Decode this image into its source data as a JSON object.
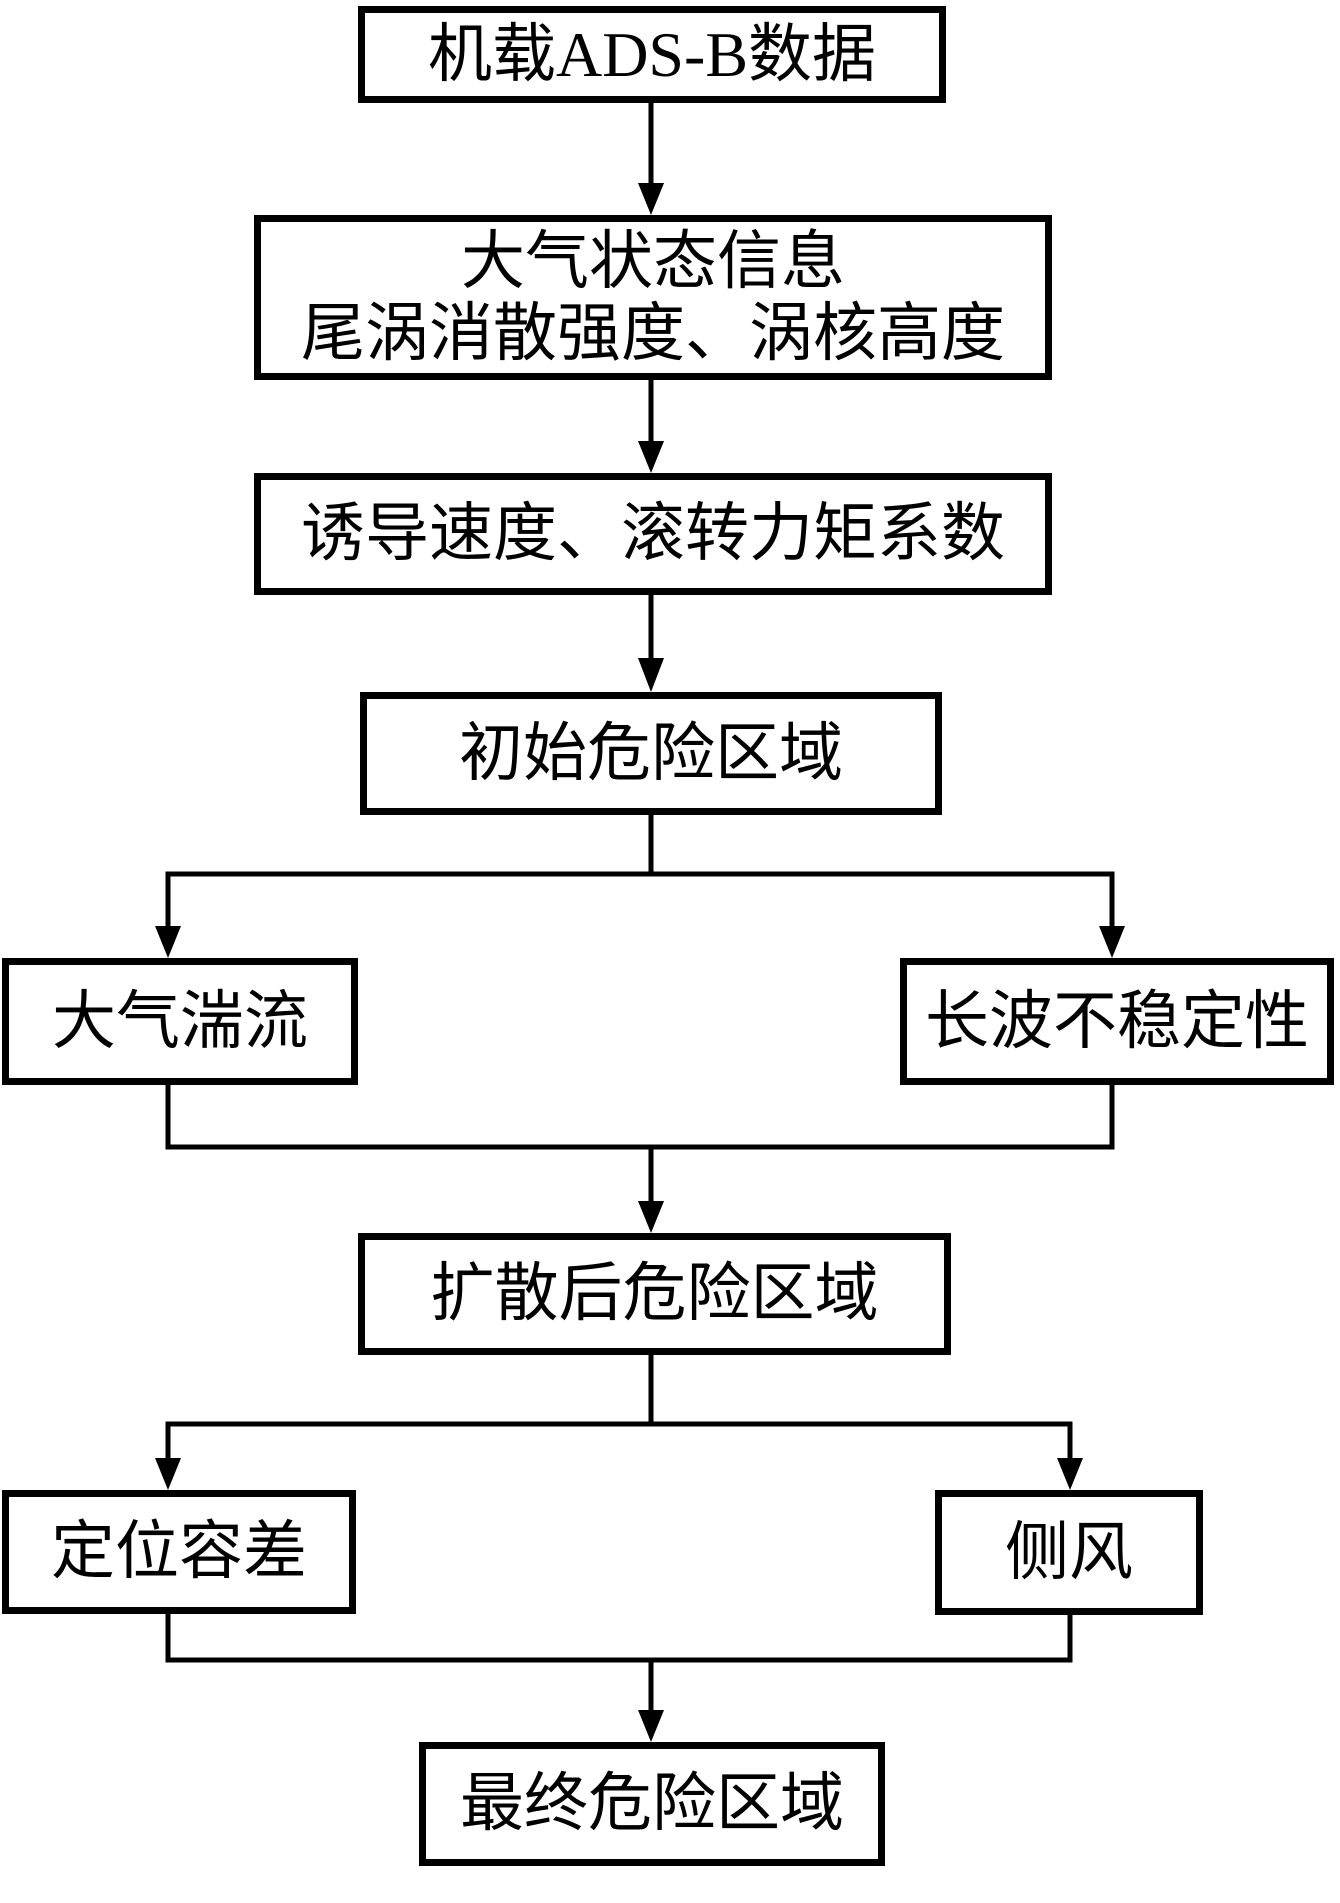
{
  "diagram": {
    "background": "#ffffff",
    "line_color": "#000000",
    "box_fill": "#ffffff",
    "nodes": {
      "adsb": {
        "label": "机载ADS-B数据"
      },
      "atmo": {
        "line1": "大气状态信息",
        "line2": "尾涡消散强度、涡核高度"
      },
      "induced": {
        "label": "诱导速度、滚转力矩系数"
      },
      "initial": {
        "label": "初始危险区域"
      },
      "turbulence": {
        "label": "大气湍流"
      },
      "longwave": {
        "label": "长波不稳定性"
      },
      "diffused": {
        "label": "扩散后危险区域"
      },
      "tolerance": {
        "label": "定位容差"
      },
      "crosswind": {
        "label": "侧风"
      },
      "final": {
        "label": "最终危险区域"
      }
    }
  }
}
